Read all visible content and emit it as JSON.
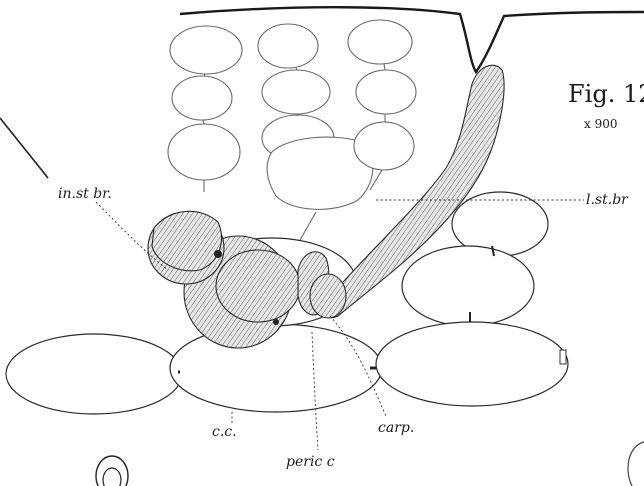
{
  "figure": {
    "title": "Fig. 12",
    "magnification": "x 900"
  },
  "labels": {
    "in_st_br": "in.st br.",
    "l_st_br": "l.st.br",
    "cc": "c.c.",
    "peric_c": "peric c",
    "carp": "carp."
  }
}
